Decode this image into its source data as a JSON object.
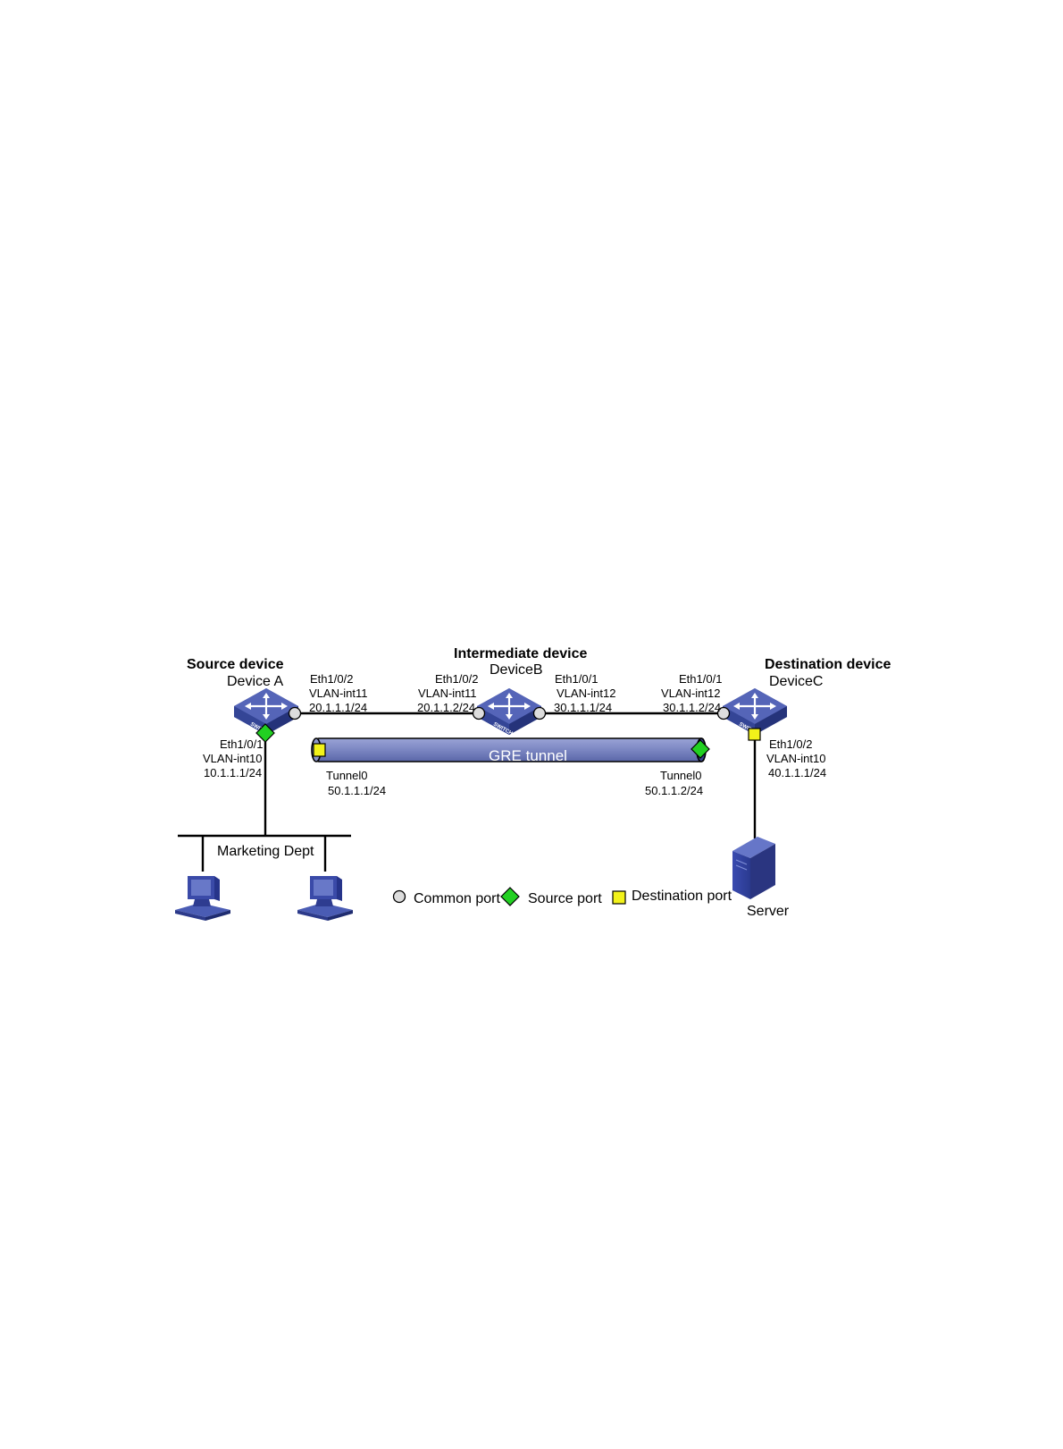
{
  "devices": {
    "a": {
      "role": "Source device",
      "name": "Device A"
    },
    "b": {
      "role": "Intermediate device",
      "name": "DeviceB"
    },
    "c": {
      "role": "Destination device",
      "name": "DeviceC"
    }
  },
  "ports": {
    "a_eth2": {
      "iface": "Eth1/0/2",
      "vlan": "VLAN-int11",
      "ip": "20.1.1.1/24"
    },
    "b_eth2": {
      "iface": "Eth1/0/2",
      "vlan": "VLAN-int11",
      "ip": "20.1.1.2/24"
    },
    "b_eth1": {
      "iface": "Eth1/0/1",
      "vlan": "VLAN-int12",
      "ip": "30.1.1.1/24"
    },
    "c_eth1": {
      "iface": "Eth1/0/1",
      "vlan": "VLAN-int12",
      "ip": "30.1.1.2/24"
    },
    "a_eth1": {
      "iface": "Eth1/0/1",
      "vlan": "VLAN-int10",
      "ip": "10.1.1.1/24"
    },
    "c_eth2": {
      "iface": "Eth1/0/2",
      "vlan": "VLAN-int10",
      "ip": "40.1.1.1/24"
    }
  },
  "tunnel": {
    "label": "GRE tunnel",
    "a_end": {
      "iface": "Tunnel0",
      "ip": "50.1.1.1/24"
    },
    "c_end": {
      "iface": "Tunnel0",
      "ip": "50.1.1.2/24"
    }
  },
  "segment": {
    "label": "Marketing Dept"
  },
  "server": {
    "label": "Server"
  },
  "switch_badge": "SWITCH",
  "legend": {
    "common": "Common port",
    "source": "Source port",
    "destination": "Destination port"
  },
  "icons": [
    "switch-icon",
    "computer-icon",
    "server-icon"
  ],
  "colors": {
    "switch_blue": "#3d4fa0",
    "tunnel_fill": "#7b86c2",
    "source_port": "#22d022",
    "destination_port": "#f2f21a",
    "common_port": "#dddddd"
  }
}
